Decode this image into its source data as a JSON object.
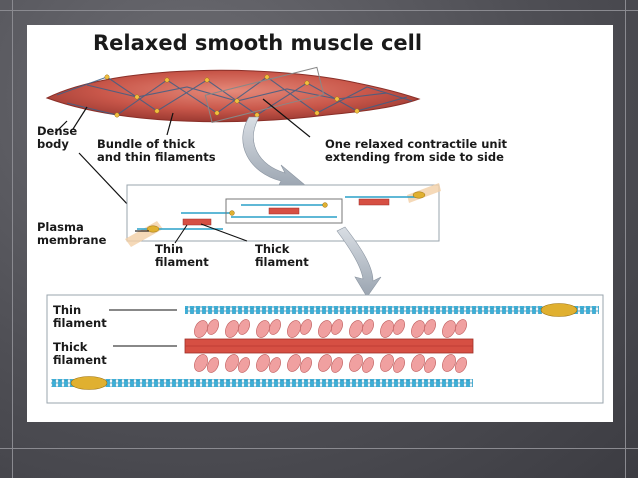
{
  "title": "Relaxed smooth muscle cell",
  "labels": {
    "dense_body": [
      "Dense",
      "body"
    ],
    "bundle": [
      "Bundle of thick",
      "and thin filaments"
    ],
    "contractile_unit": [
      "One relaxed contractile unit",
      "extending from side to side"
    ],
    "plasma_membrane": [
      "Plasma",
      "membrane"
    ],
    "thin_filament": [
      "Thin",
      "filament"
    ],
    "thick_filament": [
      "Thick",
      "filament"
    ],
    "detail_thin": [
      "Thin",
      "filament"
    ],
    "detail_thick": [
      "Thick",
      "filament"
    ]
  },
  "colors": {
    "cell": "#c9574a",
    "membrane_band": "#f2cfa6",
    "thin_filament": "#2aa0c8",
    "thick_filament": "#d64f43",
    "myosin_head": "#f0a0a0",
    "dense_body": "#e0b030",
    "arrow": "#aab4c0"
  }
}
